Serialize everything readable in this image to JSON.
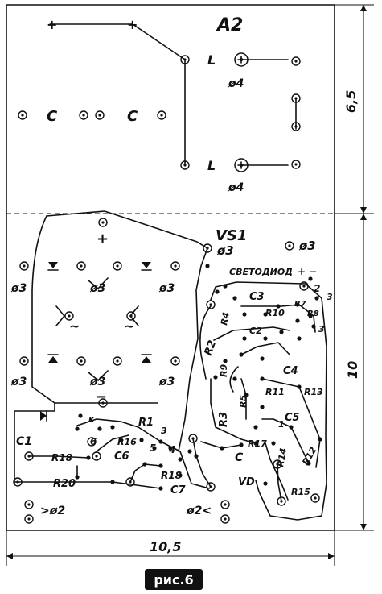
{
  "board_a2": {
    "title": "A2",
    "c_left": "C",
    "c_right": "C",
    "l_top": "L",
    "l_bottom": "L",
    "hole_top": "ø4",
    "hole_bottom": "ø4",
    "plus_left": "+",
    "plus_right": "+"
  },
  "board_main": {
    "vs1": "VS1",
    "led": "СВЕТОДИОД",
    "led_pol": "+ −",
    "hole_labels": {
      "h_vs1": "ø3",
      "h_top_right": "ø3",
      "h_left_1": "ø3",
      "h_mid_1": "ø3",
      "h_right_1": "ø3",
      "h_left_2": "ø3",
      "h_mid_2": "ø3",
      "h_right_2": "ø3",
      "h_bl": ">ø2",
      "h_br": "ø2<"
    },
    "plus_top": "+",
    "minus_bottom": "−",
    "tilde": "~",
    "components": {
      "C1": "C1",
      "C3": "C3",
      "C4": "C4",
      "C5": "C5",
      "C6": "C6",
      "C7": "C7",
      "C": "C",
      "C2": "C2",
      "VD": "VD",
      "R1": "R1",
      "R2": "R2",
      "R3": "R3",
      "R4": "R4",
      "R5": "R5",
      "R7": "R7",
      "R8": "R8",
      "R9": "R9",
      "R10": "R10",
      "R11": "R11",
      "R12": "R12",
      "R13": "R13",
      "R14": "R14",
      "R15": "R15",
      "R16": "R16",
      "R17": "R17",
      "R18a": "R18",
      "R18b": "R18",
      "R20": "R20"
    },
    "pins": {
      "p2": "2",
      "p3a": "3",
      "p3b": "3",
      "p3c": "3",
      "p4": "4",
      "p5": "5",
      "p6": "6",
      "p1": "1",
      "pK": "K"
    }
  },
  "dimensions": {
    "top_height": "6,5",
    "bottom_height": "10",
    "width": "10,5"
  },
  "caption": "рис.6"
}
